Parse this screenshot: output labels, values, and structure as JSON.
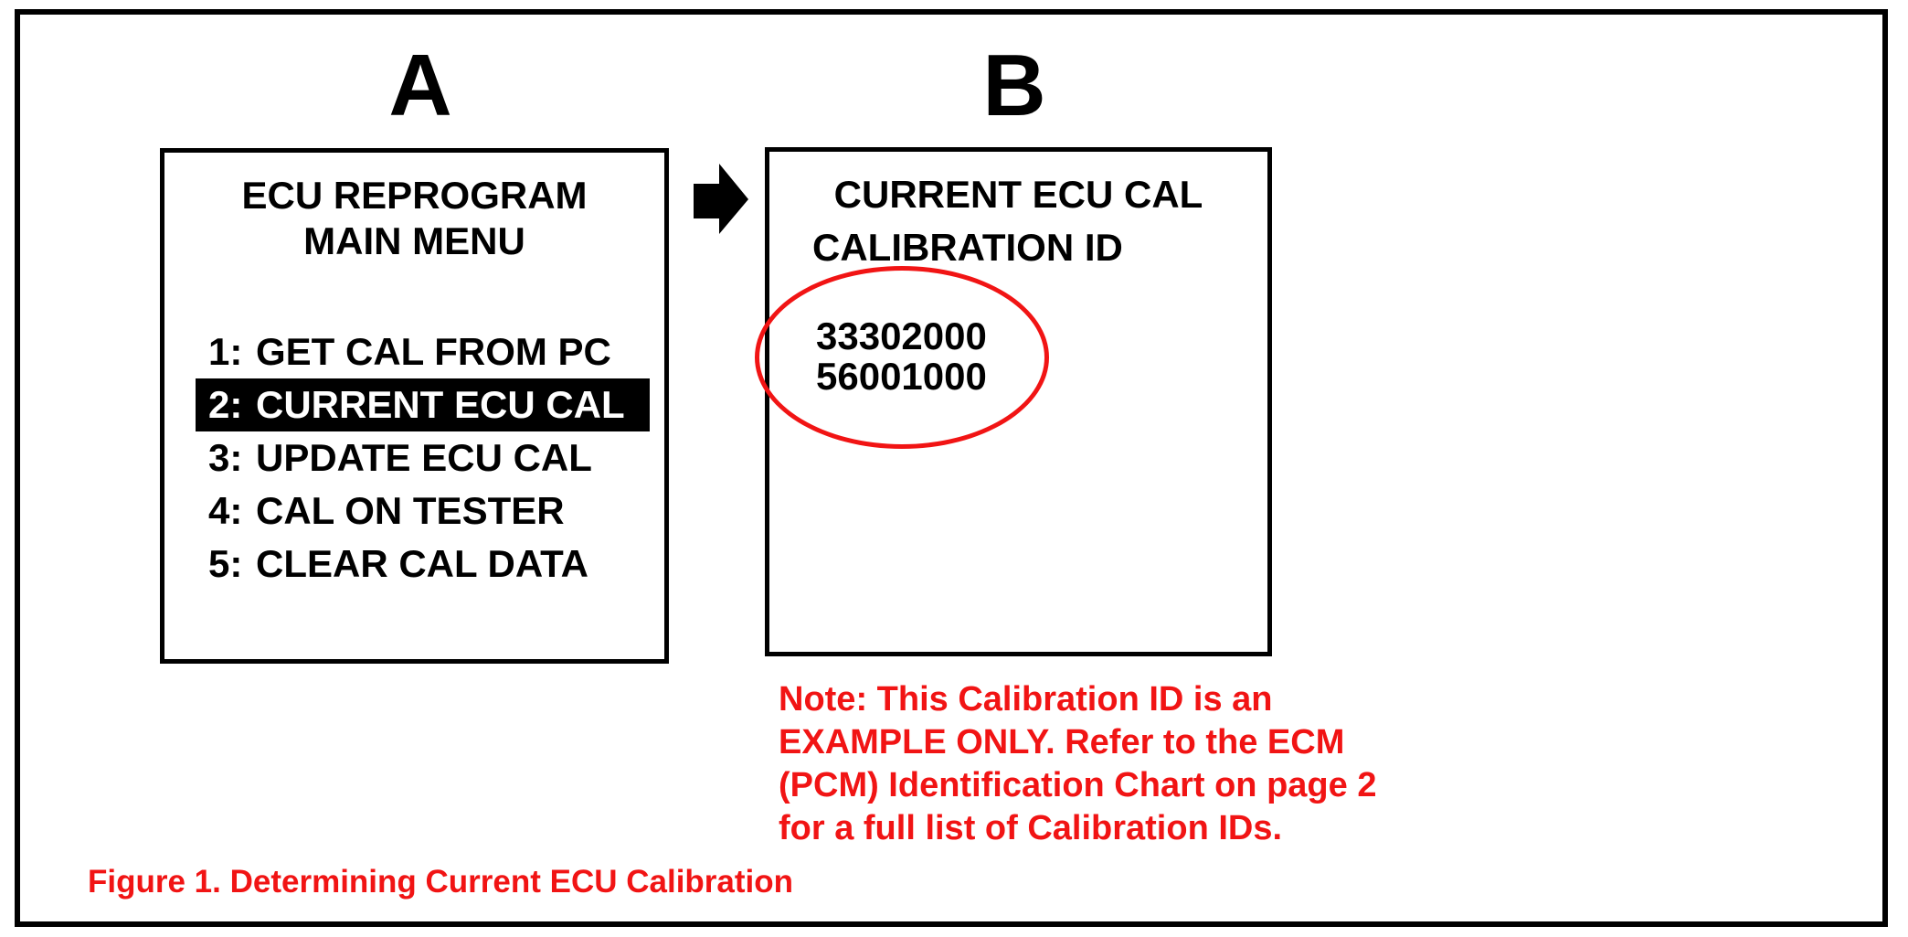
{
  "figure": {
    "caption": "Figure 1. Determining Current ECU Calibration",
    "panel_a": {
      "letter": "A",
      "screen_title_line1": "ECU REPROGRAM",
      "screen_title_line2": "MAIN MENU",
      "menu_items": [
        {
          "number": "1:",
          "label": "GET CAL FROM PC",
          "selected": false
        },
        {
          "number": "2:",
          "label": "CURRENT ECU CAL",
          "selected": true
        },
        {
          "number": "3:",
          "label": "UPDATE ECU CAL",
          "selected": false
        },
        {
          "number": "4:",
          "label": "CAL ON TESTER",
          "selected": false
        },
        {
          "number": "5:",
          "label": "CLEAR CAL DATA",
          "selected": false
        }
      ]
    },
    "panel_b": {
      "letter": "B",
      "screen_title": "CURRENT ECU CAL",
      "subtitle": "CALIBRATION ID",
      "calibration_ids": [
        "33302000",
        "56001000"
      ]
    },
    "note_lines": [
      "Note: This Calibration ID is an",
      "EXAMPLE ONLY. Refer to the ECM",
      "(PCM) Identification Chart on page 2",
      "for a full list of Calibration IDs."
    ],
    "icons": {
      "arrow": "right-block-arrow-icon"
    },
    "colors": {
      "accent_red": "#f11414",
      "screen_border": "#000000",
      "selected_item_bg": "#000000",
      "selected_item_text": "#ffffff"
    }
  }
}
